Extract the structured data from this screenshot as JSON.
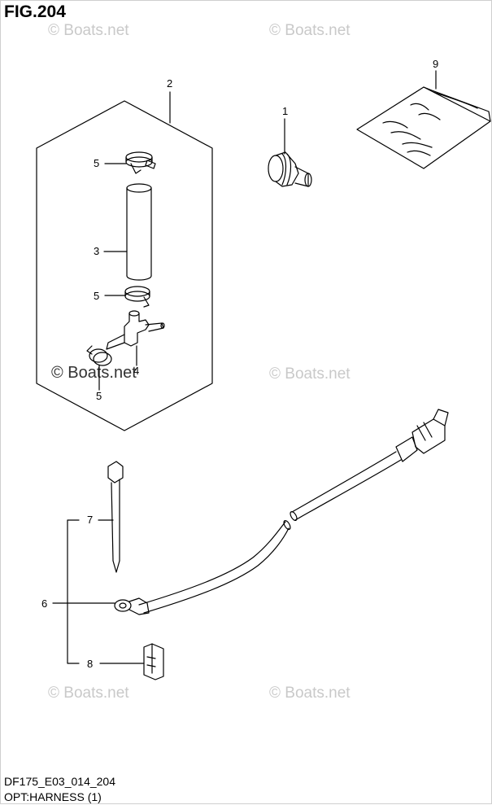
{
  "figure": {
    "title": "FIG.204",
    "code": "DF175_E03_014_204",
    "name": "OPT:HARNESS (1)"
  },
  "watermark": "© Boats.net",
  "callouts": {
    "c1": "1",
    "c2": "2",
    "c3": "3",
    "c4": "4",
    "c5a": "5",
    "c5b": "5",
    "c5c": "5",
    "c6": "6",
    "c7": "7",
    "c8": "8",
    "c9": "9"
  }
}
